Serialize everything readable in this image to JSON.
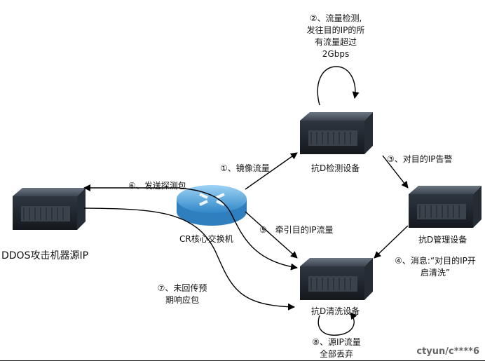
{
  "labels": {
    "step2": [
      "②、流量检测,",
      "发往目的IP的所",
      "有流量超过",
      "2Gbps"
    ],
    "detect_device": "抗D检测设备",
    "step1": "①、镜像流量",
    "step3": "③、对目的IP告警",
    "step6": "⑥、发送探测包",
    "mgmt_device": "抗D管理设备",
    "attacker": "DDOS攻击机器源IP",
    "step5": "⑤、牵引目的IP流量",
    "router": "CR核心交换机",
    "step4": [
      "④、消息:“对目的IP开",
      "启清洗”"
    ],
    "step7": [
      "⑦、未回传预",
      "期响应包"
    ],
    "clean_device": "抗D清洗设备",
    "step8": [
      "⑧、源IP流量",
      "全部丢弃"
    ]
  },
  "watermark": "ctyun/c****6",
  "colors": {
    "server_top": "#4a5563",
    "server_front": "#1f252d",
    "router": "#4fa3e0",
    "arrow": "#000000"
  }
}
